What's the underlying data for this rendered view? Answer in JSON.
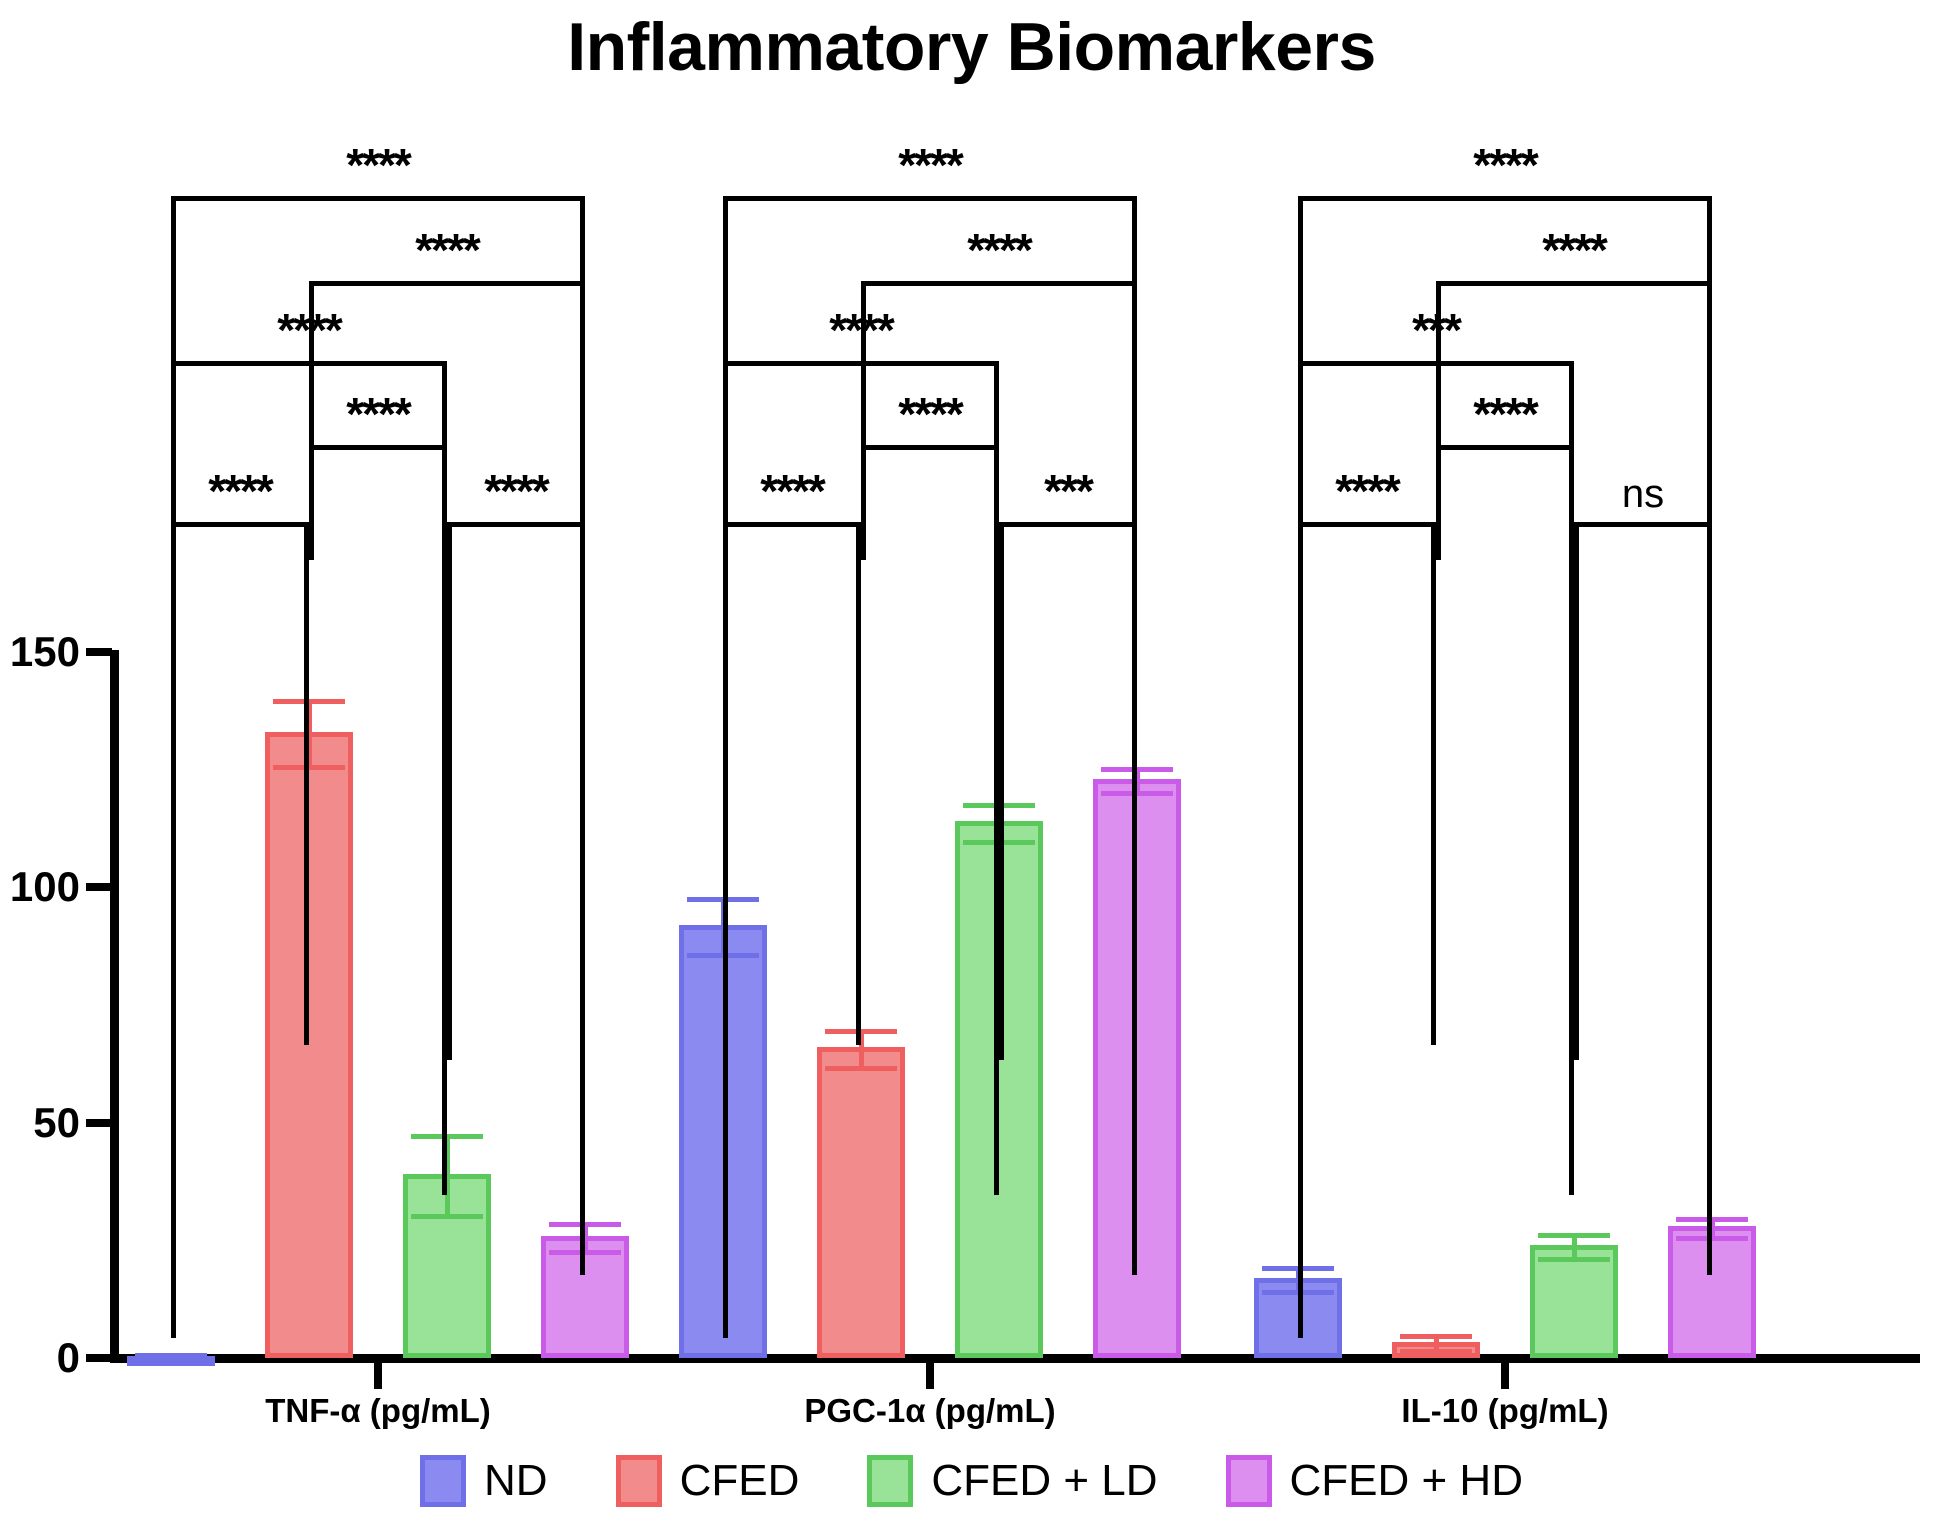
{
  "chart_data": {
    "type": "bar",
    "title": "Inflammatory Biomarkers",
    "xlabel": "",
    "ylabel": "",
    "ylim": [
      0,
      150
    ],
    "yticks": [
      0,
      50,
      100,
      150
    ],
    "grid": false,
    "legend_position": "bottom",
    "categories": [
      "TNF-α (pg/mL)",
      "PGC-1α (pg/mL)",
      "IL-10 (pg/mL)"
    ],
    "series": [
      {
        "name": "ND",
        "color": "#6F6FE8",
        "fill": "#8A8AF0",
        "values": [
          0.5,
          92,
          17
        ],
        "errors": [
          0.5,
          6,
          2.5
        ]
      },
      {
        "name": "CFED",
        "color": "#EF5F5F",
        "fill": "#F28C8C",
        "values": [
          133,
          66,
          3.5
        ],
        "errors": [
          7,
          4,
          1.5
        ]
      },
      {
        "name": "CFED + LD",
        "color": "#5BC85B",
        "fill": "#98E398",
        "values": [
          39,
          114,
          24
        ],
        "errors": [
          8.5,
          4,
          2.5
        ]
      },
      {
        "name": "CFED + HD",
        "color": "#C95BE8",
        "fill": "#DD8FF0",
        "values": [
          26,
          123,
          28
        ],
        "errors": [
          3,
          2.5,
          2
        ]
      }
    ],
    "annotations": [
      {
        "group": "TNF-α (pg/mL)",
        "pairs": [
          {
            "label": "****",
            "from": "ND",
            "to": "CFED + HD"
          },
          {
            "label": "****",
            "from": "CFED",
            "to": "CFED + HD"
          },
          {
            "label": "****",
            "from": "ND",
            "to": "CFED + LD"
          },
          {
            "label": "****",
            "from": "CFED",
            "to": "CFED + LD"
          },
          {
            "label": "****",
            "from": "ND",
            "to": "CFED"
          },
          {
            "label": "****",
            "from": "CFED + LD",
            "to": "CFED + HD"
          }
        ]
      },
      {
        "group": "PGC-1α (pg/mL)",
        "pairs": [
          {
            "label": "****",
            "from": "ND",
            "to": "CFED + HD"
          },
          {
            "label": "****",
            "from": "CFED",
            "to": "CFED + HD"
          },
          {
            "label": "****",
            "from": "ND",
            "to": "CFED + LD"
          },
          {
            "label": "****",
            "from": "CFED",
            "to": "CFED + LD"
          },
          {
            "label": "****",
            "from": "ND",
            "to": "CFED"
          },
          {
            "label": "***",
            "from": "CFED + LD",
            "to": "CFED + HD"
          }
        ]
      },
      {
        "group": "IL-10 (pg/mL)",
        "pairs": [
          {
            "label": "****",
            "from": "ND",
            "to": "CFED + HD"
          },
          {
            "label": "****",
            "from": "CFED",
            "to": "CFED + HD"
          },
          {
            "label": "***",
            "from": "ND",
            "to": "CFED + LD"
          },
          {
            "label": "****",
            "from": "CFED",
            "to": "CFED + LD"
          },
          {
            "label": "****",
            "from": "ND",
            "to": "CFED"
          },
          {
            "label": "ns",
            "from": "CFED + LD",
            "to": "CFED + HD"
          }
        ]
      }
    ]
  },
  "legend": {
    "items": [
      {
        "label": "ND"
      },
      {
        "label": "CFED"
      },
      {
        "label": "CFED + LD"
      },
      {
        "label": "CFED + HD"
      }
    ]
  }
}
